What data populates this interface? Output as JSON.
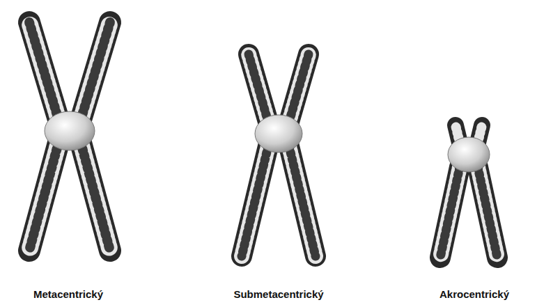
{
  "diagram": {
    "labels": [
      "Metacentrický",
      "Submetacentrický",
      "Akrocentrický"
    ]
  }
}
